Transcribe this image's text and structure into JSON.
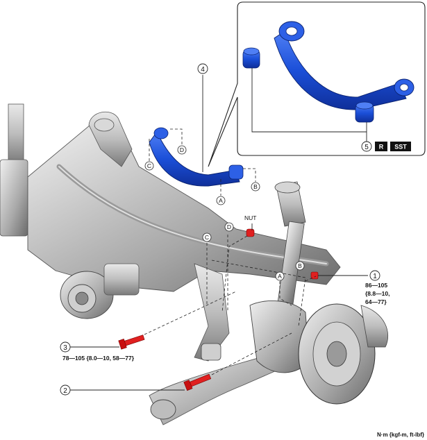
{
  "callouts": {
    "c1": "1",
    "c2": "2",
    "c3": "3",
    "c4": "4",
    "c5": "5"
  },
  "refs": {
    "a": "A",
    "b": "B",
    "c": "C",
    "d": "D"
  },
  "labels": {
    "nut": "NUT",
    "torque1_l1": "86—105",
    "torque1_l2": "{8.8—10,",
    "torque1_l3": "64—77}",
    "torque3": "78—105 {8.0—10, 58—77}",
    "badge_r": "R",
    "badge_sst": "SST",
    "units": "N·m {kgf-m, ft-lbf}"
  },
  "colors": {
    "arm_blue": "#1b4fd8",
    "arm_blue_dark": "#0f2f9a",
    "bolt_red": "#e02020",
    "metal": "#b9b9b9",
    "metal_dark": "#6f6f6f"
  }
}
